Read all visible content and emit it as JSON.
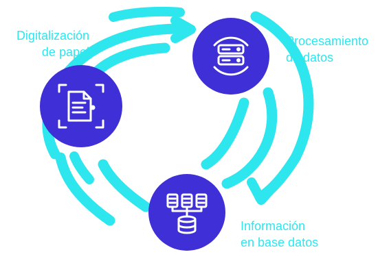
{
  "colors": {
    "accent": "#2ee6ee",
    "node": "#3f2fd6",
    "text": "#2ee6ee",
    "background": "#ffffff"
  },
  "nodes": [
    {
      "id": "digitalizacion",
      "icon": "document-scan-icon",
      "label_lines": [
        "Digitalización",
        "de papel"
      ]
    },
    {
      "id": "procesamiento",
      "icon": "server-cycle-icon",
      "label_lines": [
        "Procesamiento",
        "de datos"
      ]
    },
    {
      "id": "informacion",
      "icon": "database-network-icon",
      "label_lines": [
        "Información",
        "en base datos"
      ]
    }
  ]
}
